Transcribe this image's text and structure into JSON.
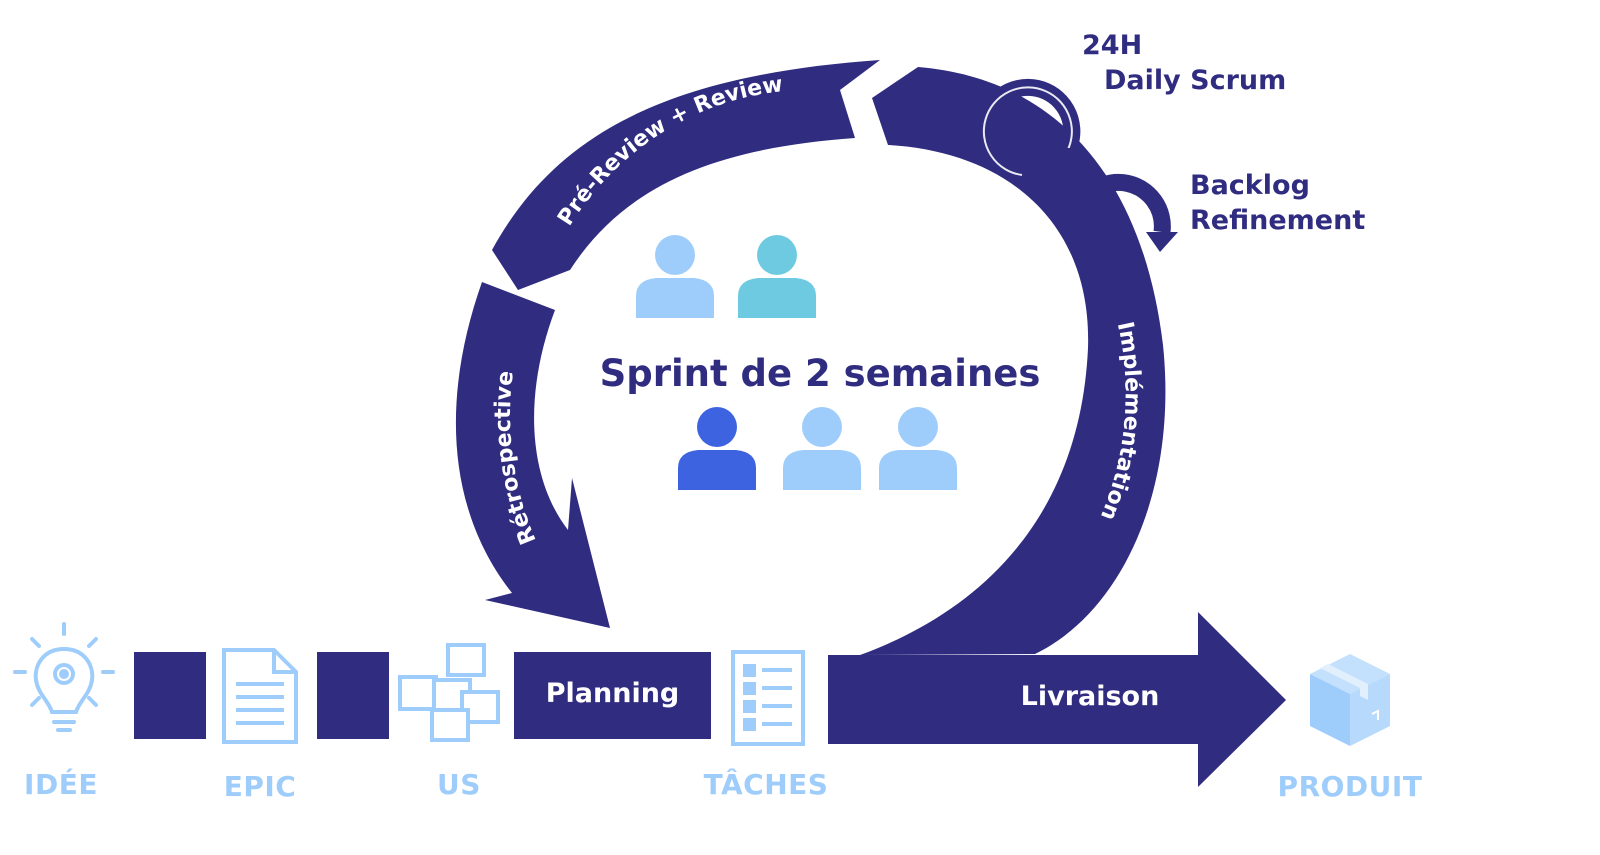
{
  "colors": {
    "navy": "#302c80",
    "light_blue": "#9fcdfb",
    "teal": "#6ecae0",
    "royal_blue": "#3e63e0",
    "white": "#ffffff"
  },
  "center": {
    "title": "Sprint de 2 semaines"
  },
  "cycle": {
    "retro_label": "Rétrospective",
    "review_label": "Pré-Review + Review",
    "impl_label": "Implémentation"
  },
  "daily": {
    "line1": "24H",
    "line2": "Daily Scrum"
  },
  "backlog": {
    "line1": "Backlog",
    "line2": "Refinement"
  },
  "pipeline": {
    "planning_label": "Planning",
    "livraison_label": "Livraison"
  },
  "stages": {
    "idea": "IDÉE",
    "epic": "EPIC",
    "us": "US",
    "taches": "TÂCHES",
    "produit": "PRODUIT"
  },
  "icons": {
    "idea": "lightbulb-gear-icon",
    "epic": "document-icon",
    "us": "sticky-notes-icon",
    "taches": "checklist-icon",
    "produit": "package-box-icon",
    "team": "person-icon"
  }
}
